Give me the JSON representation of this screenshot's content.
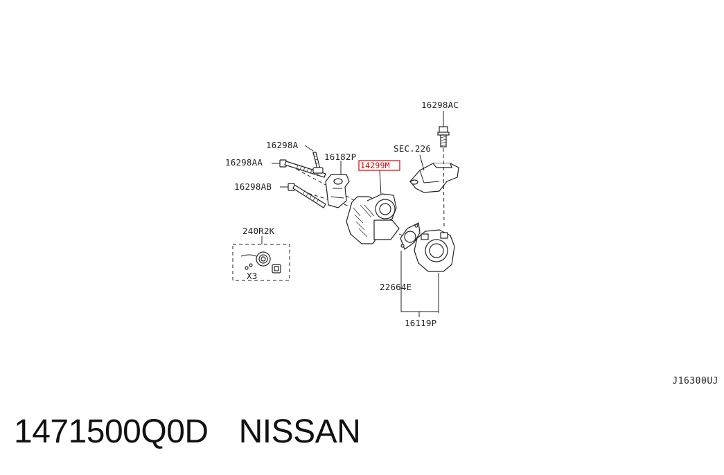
{
  "diagram": {
    "labels": {
      "p16298AC": "16298AC",
      "sec226": "SEC.226",
      "p16298A": "16298A",
      "p16182P": "16182P",
      "p14299M": "14299M",
      "p16298AA": "16298AA",
      "p16298AB": "16298AB",
      "p240R2K": "240R2K",
      "x3": "X3",
      "p22664E": "22664E",
      "p16119P": "16119P"
    },
    "highlight_color": "#d40000",
    "reference_code": "J16300UJ"
  },
  "caption": {
    "part_number": "1471500Q0D",
    "brand": "NISSAN"
  }
}
